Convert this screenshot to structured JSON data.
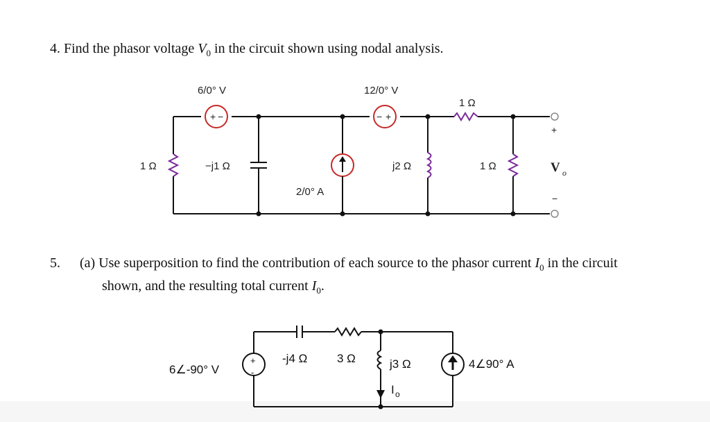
{
  "problem4": {
    "number": "4.",
    "text_before": "Find the phasor voltage ",
    "var": "V",
    "var_sub": "0",
    "text_after": " in the circuit shown using nodal analysis."
  },
  "circuit1": {
    "src_v1": "6/0° V",
    "src_v2": "12/0° V",
    "r_left": "1 Ω",
    "cap": "−j1 Ω",
    "src_i": "2/0° A",
    "ind": "j2 Ω",
    "r_series": "1 Ω",
    "r_right": "1 Ω",
    "vo": "V",
    "vo_sub": "o",
    "plus": "+",
    "minus": "−"
  },
  "problem5": {
    "number": "5.",
    "part": "(a)",
    "text1": "Use superposition to find the contribution of each source to the phasor current ",
    "var": "I",
    "var_sub": "0",
    "text2": " in the circuit",
    "text3": "shown, and the resulting total current ",
    "text4": "."
  },
  "circuit2": {
    "vsrc": "6∠-90° V",
    "cap": "-j4 Ω",
    "res": "3 Ω",
    "ind": "j3 Ω",
    "io": "I",
    "io_sub": "o",
    "isrc": "4∠90° A",
    "plus": "+",
    "minus": "-"
  }
}
